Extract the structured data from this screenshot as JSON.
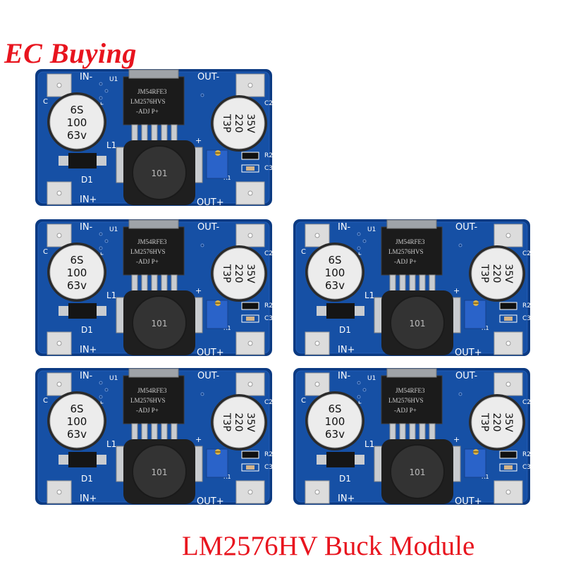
{
  "brand": "EC Buying",
  "caption": "LM2576HV Buck Module",
  "board_text": {
    "in_minus": "IN-",
    "in_plus": "IN+",
    "out_minus": "OUT-",
    "out_plus": "OUT+",
    "u1": "U1",
    "chip_line1": "JM54RFE3",
    "chip_line2": "LM2576HVS",
    "chip_line3": "-ADJ  P+",
    "cap_in_1": "6S",
    "cap_in_2": "100",
    "cap_in_3": "63v",
    "cap_out_1": "35V",
    "cap_out_2": "220",
    "cap_out_3": "T3P",
    "inductor": "101",
    "l1": "L1",
    "d1": "D1",
    "r1": "R1",
    "r2": "R2",
    "c2": "C2",
    "c3": "C3",
    "c1": "C",
    "plus": "+"
  },
  "colors": {
    "brand_red": "#e8141e",
    "pcb_blue": "#1650a5",
    "pcb_dark": "#0b3a82"
  }
}
